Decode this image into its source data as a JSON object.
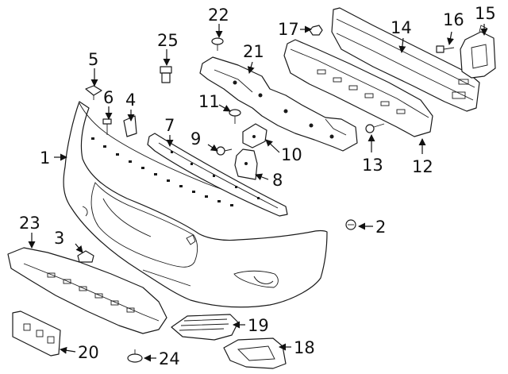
{
  "callouts": {
    "c1": "1",
    "c2": "2",
    "c3": "3",
    "c4": "4",
    "c5": "5",
    "c6": "6",
    "c7": "7",
    "c8": "8",
    "c9": "9",
    "c10": "10",
    "c11": "11",
    "c12": "12",
    "c13": "13",
    "c14": "14",
    "c15": "15",
    "c16": "16",
    "c17": "17",
    "c18": "18",
    "c19": "19",
    "c20": "20",
    "c21": "21",
    "c22": "22",
    "c23": "23",
    "c24": "24",
    "c25": "25"
  },
  "colors": {
    "line": "#1a1a1a",
    "background": "#ffffff"
  }
}
